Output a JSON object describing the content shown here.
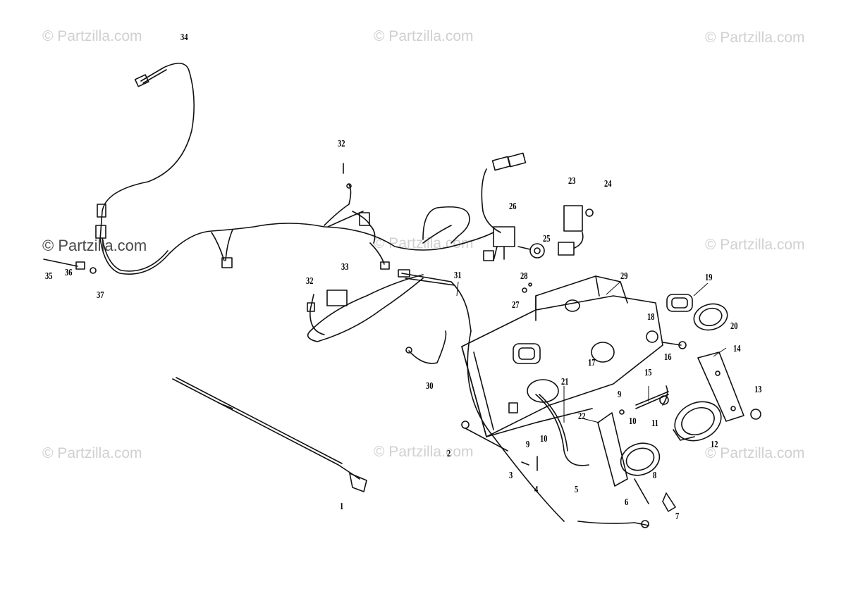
{
  "watermarks": [
    "© Partzilla.com",
    "© Partzilla.com",
    "© Partzilla.com",
    "© Partzilla.com",
    "© Partzilla.com",
    "© Partzilla.com",
    "© Partzilla.com",
    "© Partzilla.com",
    "© Partzilla.com"
  ],
  "callouts": [
    "1",
    "2",
    "3",
    "4",
    "5",
    "6",
    "7",
    "8",
    "9",
    "10",
    "11",
    "12",
    "13",
    "14",
    "15",
    "16",
    "17",
    "18",
    "19",
    "20",
    "21",
    "22",
    "23",
    "24",
    "25",
    "26",
    "27",
    "28",
    "29",
    "30",
    "31",
    "32",
    "33",
    "34",
    "35",
    "36",
    "37",
    "32",
    "9",
    "10"
  ],
  "line_color": "#111111"
}
